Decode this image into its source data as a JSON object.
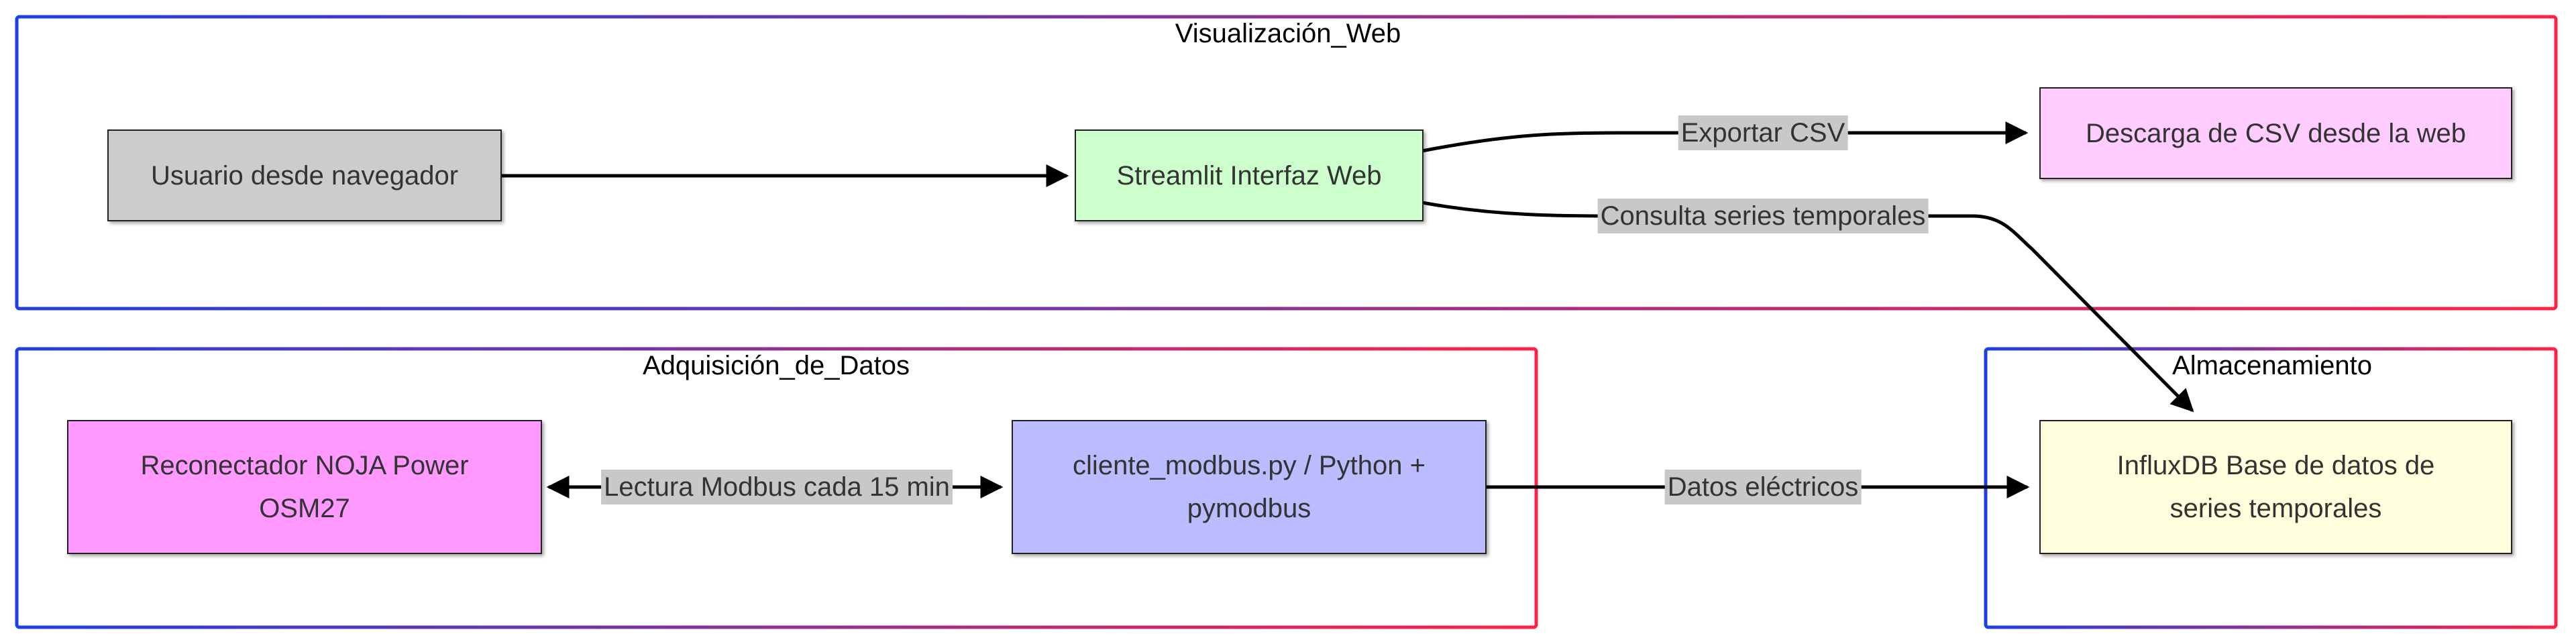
{
  "groups": {
    "web": {
      "title": "Visualización_Web"
    },
    "acq": {
      "title": "Adquisición_de_Datos"
    },
    "store": {
      "title": "Almacenamiento"
    }
  },
  "nodes": {
    "user": {
      "label": "Usuario desde navegador",
      "fill": "#cccccc"
    },
    "streamlit": {
      "label": "Streamlit Interfaz Web",
      "fill": "#ccffcc"
    },
    "csv": {
      "label": "Descarga de CSV desde la web",
      "fill": "#ffccff"
    },
    "noja": {
      "label": "Reconectador NOJA Power OSM27",
      "fill": "#ff99ff"
    },
    "client": {
      "label": "cliente_modbus.py / Python + pymodbus",
      "fill": "#bbbbff"
    },
    "influx": {
      "label": "InfluxDB Base de datos de series temporales",
      "fill": "#ffffdd"
    }
  },
  "edges": {
    "export_csv": "Exportar CSV",
    "query_series": "Consulta series temporales",
    "modbus_read": "Lectura Modbus cada 15 min",
    "electric_data": "Datos eléctricos"
  },
  "colors": {
    "group_border_start": "#1f3fe0",
    "group_border_end": "#ff2244",
    "edge_stroke": "#000000",
    "edge_label_bg": "#c8c8c8"
  }
}
